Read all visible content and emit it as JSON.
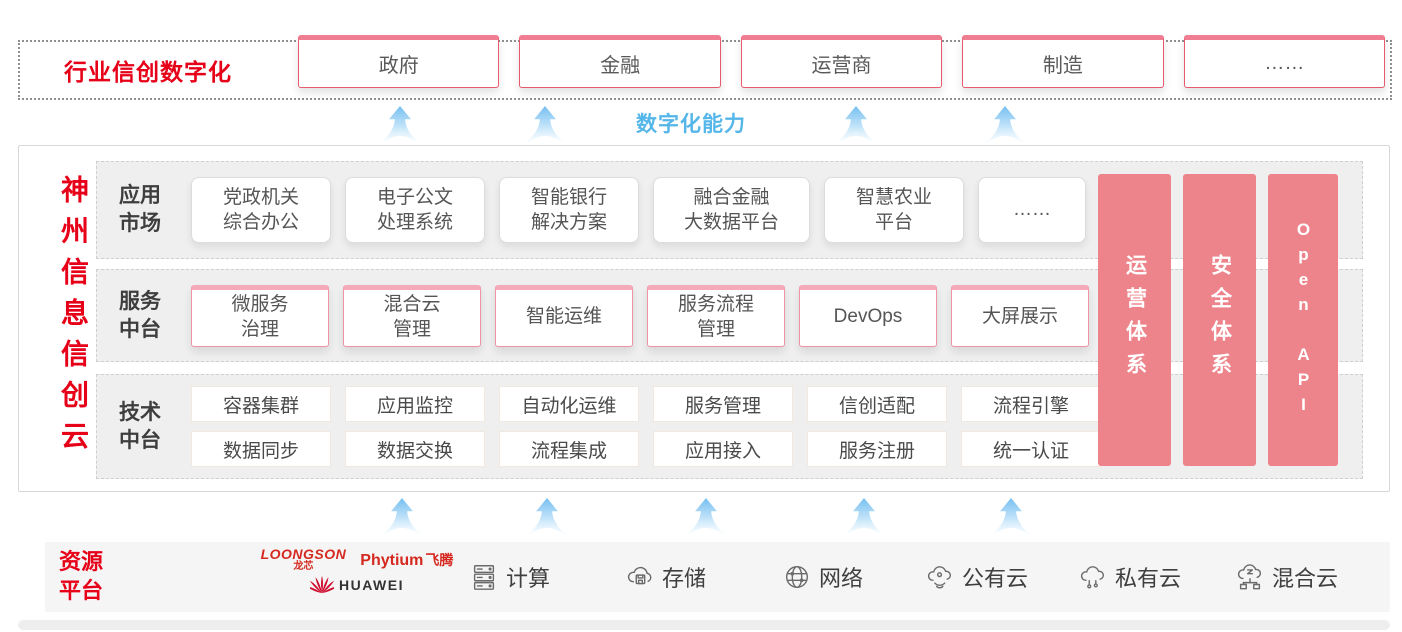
{
  "top_banner": {
    "title": "行业信创数字化",
    "industries": [
      "政府",
      "金融",
      "运营商",
      "制造",
      "……"
    ]
  },
  "capability_label": "数字化能力",
  "platform": {
    "title": "神州信息信创云",
    "app_row": {
      "label": "应用\n市场",
      "items": [
        "党政机关\n综合办公",
        "电子公文\n处理系统",
        "智能银行\n解决方案",
        "融合金融\n大数据平台",
        "智慧农业\n平台",
        "……"
      ]
    },
    "service_row": {
      "label": "服务\n中台",
      "items": [
        "微服务\n治理",
        "混合云\n管理",
        "智能运维",
        "服务流程\n管理",
        "DevOps",
        "大屏展示"
      ]
    },
    "tech_row": {
      "label": "技术\n中台",
      "items_top": [
        "容器集群",
        "应用监控",
        "自动化运维",
        "服务管理",
        "信创适配",
        "流程引擎"
      ],
      "items_bottom": [
        "数据同步",
        "数据交换",
        "流程集成",
        "应用接入",
        "服务注册",
        "统一认证"
      ]
    },
    "side_bars": [
      "运营体系",
      "安全体系",
      "Open API"
    ]
  },
  "resources": {
    "label": "资源\n平台",
    "vendors": {
      "loongson": "LOONGSON",
      "loongson_cn": "龙芯",
      "phytium": "Phytium",
      "phytium_cn": "飞腾",
      "huawei": "HUAWEI"
    },
    "items": [
      {
        "icon": "compute-server-icon",
        "label": "计算"
      },
      {
        "icon": "storage-cloud-icon",
        "label": "存储"
      },
      {
        "icon": "network-globe-icon",
        "label": "网络"
      },
      {
        "icon": "public-cloud-icon",
        "label": "公有云"
      },
      {
        "icon": "private-cloud-icon",
        "label": "私有云"
      },
      {
        "icon": "hybrid-cloud-icon",
        "label": "混合云"
      }
    ]
  },
  "colors": {
    "brand_red": "#e60018",
    "bar_pink": "#ee848b",
    "accent_blue": "#55b6e9",
    "border_pink": "#e7596f"
  }
}
